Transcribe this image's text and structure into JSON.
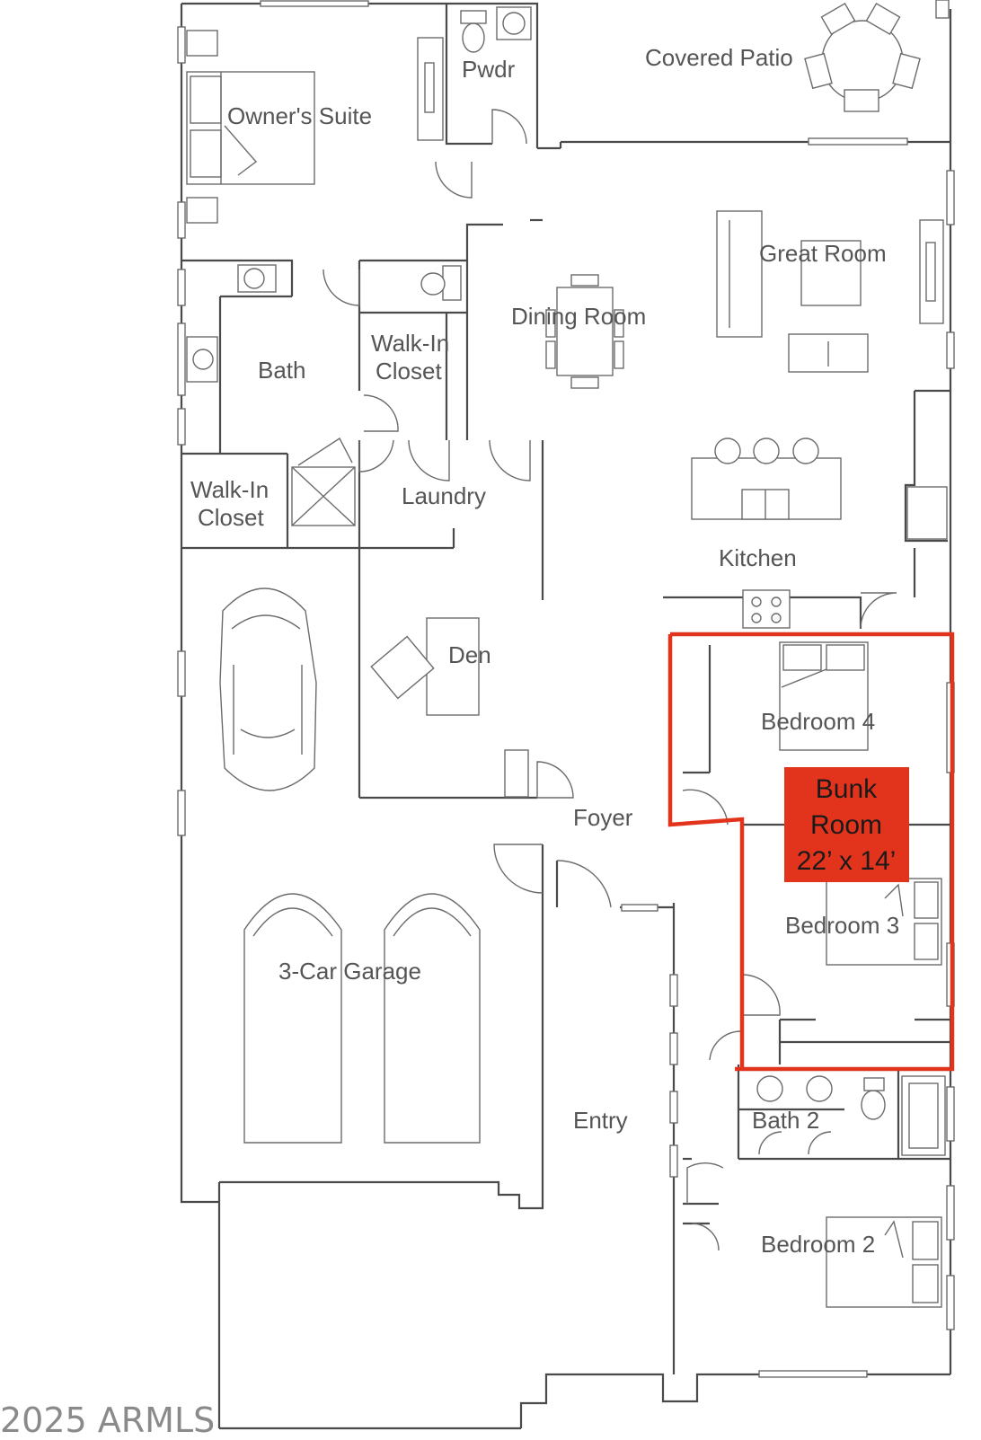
{
  "rooms": {
    "covered_patio": "Covered Patio",
    "pwdr": "Pwdr",
    "owners_suite": "Owner's Suite",
    "great_room": "Great Room",
    "dining_room": "Dining Room",
    "walk_in_closet_1": "Walk-In Closet",
    "walk_in_closet_1_line1": "Walk-In",
    "walk_in_closet_1_line2": "Closet",
    "bath": "Bath",
    "walk_in_closet_2_line1": "Walk-In",
    "walk_in_closet_2_line2": "Closet",
    "laundry": "Laundry",
    "kitchen": "Kitchen",
    "den": "Den",
    "bedroom_4": "Bedroom 4",
    "foyer": "Foyer",
    "bedroom_3": "Bedroom 3",
    "garage": "3-Car Garage",
    "entry": "Entry",
    "bath_2": "Bath 2",
    "bedroom_2": "Bedroom 2"
  },
  "callout": {
    "line1": "Bunk",
    "line2": "Room",
    "line3": "22’ x 14’",
    "color": "#e2341d"
  },
  "copyright": "2025 ARMLS"
}
